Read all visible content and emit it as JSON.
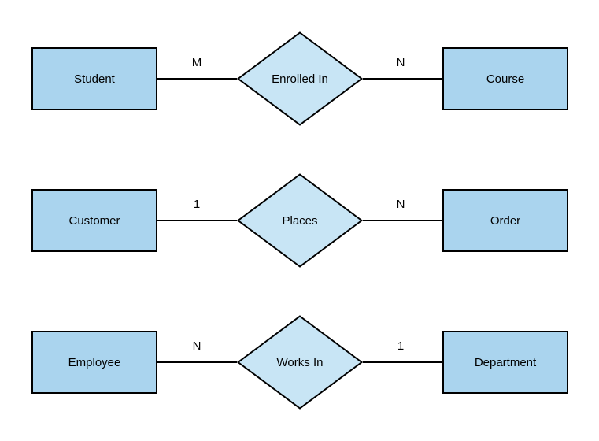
{
  "diagram": {
    "type": "entity-relationship",
    "background": "#ffffff",
    "colors": {
      "entity_fill": "#aad4ee",
      "relationship_fill": "#c8e5f5",
      "stroke": "#000000",
      "text": "#000000"
    },
    "rows": [
      {
        "left_entity": "Student",
        "left_cardinality": "M",
        "relationship": "Enrolled In",
        "right_cardinality": "N",
        "right_entity": "Course"
      },
      {
        "left_entity": "Customer",
        "left_cardinality": "1",
        "relationship": "Places",
        "right_cardinality": "N",
        "right_entity": "Order"
      },
      {
        "left_entity": "Employee",
        "left_cardinality": "N",
        "relationship": "Works In",
        "right_cardinality": "1",
        "right_entity": "Department"
      }
    ]
  }
}
